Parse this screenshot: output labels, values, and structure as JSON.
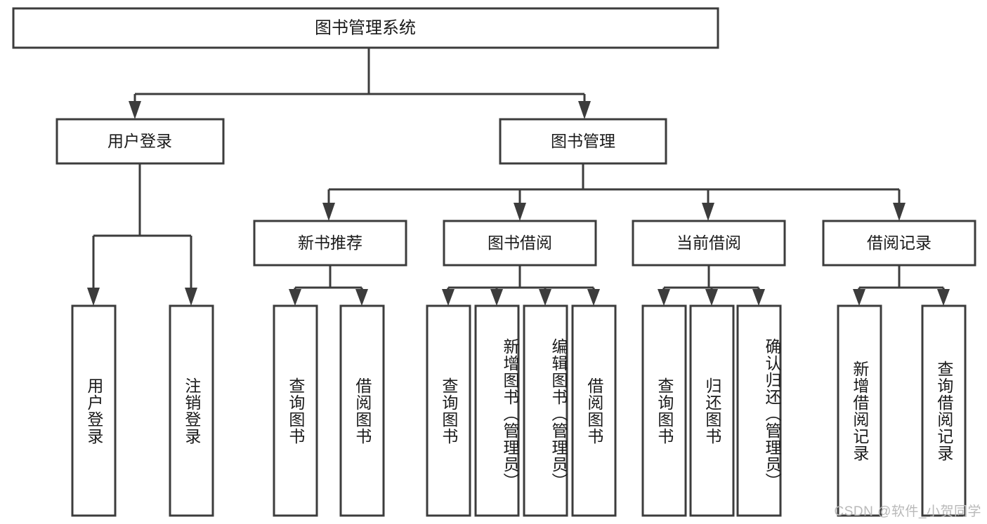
{
  "diagram": {
    "type": "tree-hierarchy",
    "title": "图书管理系统",
    "watermark": "CSDN @软件_小贺同学",
    "colors": {
      "stroke": "#3c3c3c",
      "fill": "#ffffff",
      "text": "#1a1a1a",
      "watermark": "#b9b9b9",
      "background": "#ffffff"
    },
    "levels": {
      "root": {
        "label": "图书管理系统"
      },
      "level2": [
        {
          "label": "用户登录"
        },
        {
          "label": "图书管理"
        }
      ],
      "level3": [
        {
          "label": "新书推荐"
        },
        {
          "label": "图书借阅"
        },
        {
          "label": "当前借阅"
        },
        {
          "label": "借阅记录"
        }
      ]
    },
    "leaves": {
      "user_login": [
        {
          "label": "用户登录"
        },
        {
          "label": "注销登录"
        }
      ],
      "new_book_recommend": [
        {
          "label": "查询图书"
        },
        {
          "label": "借阅图书"
        }
      ],
      "book_borrow": [
        {
          "label": "查询图书"
        },
        {
          "label": "新增图书（管理员）"
        },
        {
          "label": "编辑图书（管理员）"
        },
        {
          "label": "借阅图书"
        }
      ],
      "current_borrow": [
        {
          "label": "查询图书"
        },
        {
          "label": "归还图书"
        },
        {
          "label": "确认归还（管理员）"
        }
      ],
      "borrow_record": [
        {
          "label": "新增借阅记录"
        },
        {
          "label": "查询借阅记录"
        }
      ]
    }
  }
}
